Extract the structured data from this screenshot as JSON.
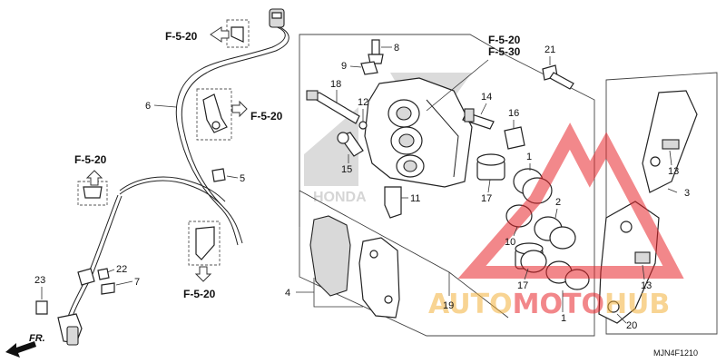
{
  "diagram_code": "MJN4F1210",
  "direction_label": "FR.",
  "references": {
    "top_left": "F-5-20",
    "mid_left": "F-5-20",
    "sensor": "F-5-20",
    "bottom": "F-5-20",
    "caliper_a": "F-5-20",
    "caliper_b": "F-5-30"
  },
  "callouts": {
    "c1a": "1",
    "c1b": "1",
    "c2": "2",
    "c3": "3",
    "c4": "4",
    "c5": "5",
    "c6": "6",
    "c7": "7",
    "c8": "8",
    "c9": "9",
    "c10": "10",
    "c11": "11",
    "c12": "12",
    "c13a": "13",
    "c13b": "13",
    "c14": "14",
    "c15": "15",
    "c16": "16",
    "c17a": "17",
    "c17b": "17",
    "c18": "18",
    "c19": "19",
    "c20": "20",
    "c21": "21",
    "c22": "22",
    "c23": "23"
  },
  "watermark": {
    "text": "AUTOMOTOHUB",
    "color_red": "#e8262b",
    "color_yellow": "#f3b23c"
  },
  "background_mark": "HONDA"
}
